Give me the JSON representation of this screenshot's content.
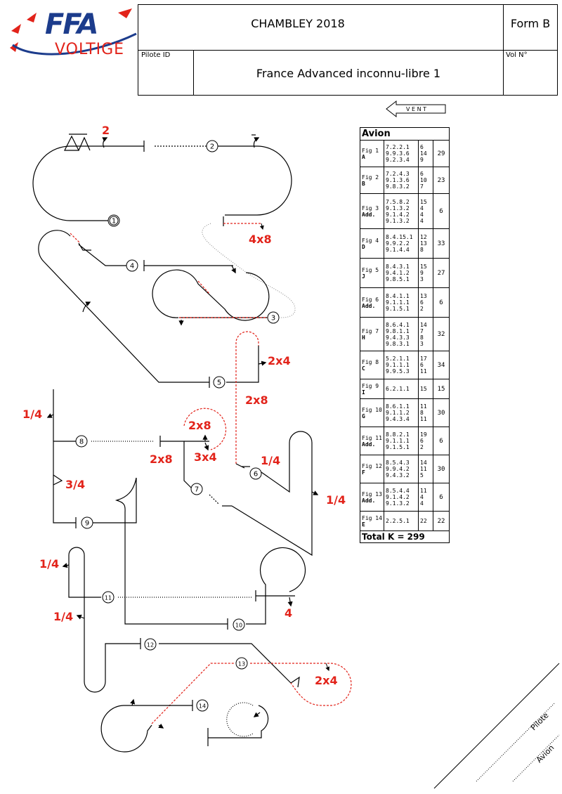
{
  "header": {
    "competition": "CHAMBLEY 2018",
    "form": "Form B",
    "pilot_id_label": "Pilote ID",
    "vol_label": "Vol N°",
    "program": "France Advanced inconnu-libre 1"
  },
  "logo": {
    "main": "FFA",
    "sub": "VOLTIGE"
  },
  "wind": "V E N T",
  "table": {
    "title": "Avion",
    "rows": [
      {
        "fig": "Fig 1",
        "letter": "A",
        "cat": [
          "7.2.2.1",
          "9.9.3.6",
          "9.2.3.4"
        ],
        "k": [
          "6",
          "14",
          "9"
        ],
        "total": "29"
      },
      {
        "fig": "Fig 2",
        "letter": "B",
        "cat": [
          "7.2.4.3",
          "9.1.3.6",
          "9.8.3.2"
        ],
        "k": [
          "6",
          "10",
          "7"
        ],
        "total": "23"
      },
      {
        "fig": "Fig 3",
        "letter": "Add.",
        "cat": [
          "7.5.8.2",
          "9.1.3.2",
          "9.1.4.2",
          "9.1.3.2"
        ],
        "k": [
          "15",
          "4",
          "4",
          "4"
        ],
        "total": "6"
      },
      {
        "fig": "Fig 4",
        "letter": "D",
        "cat": [
          "8.4.15.1",
          "9.9.2.2",
          "9.1.4.4"
        ],
        "k": [
          "12",
          "13",
          "8"
        ],
        "total": "33"
      },
      {
        "fig": "Fig 5",
        "letter": "J",
        "cat": [
          "8.4.3.1",
          "9.4.1.2",
          "9.8.5.1"
        ],
        "k": [
          "15",
          "9",
          "3"
        ],
        "total": "27"
      },
      {
        "fig": "Fig 6",
        "letter": "Add.",
        "cat": [
          "8.4.1.1",
          "9.1.1.1",
          "9.1.5.1"
        ],
        "k": [
          "13",
          "6",
          "2"
        ],
        "total": "6"
      },
      {
        "fig": "Fig 7",
        "letter": "H",
        "cat": [
          "8.6.4.1",
          "9.8.1.1",
          "9.4.3.3",
          "9.8.3.1"
        ],
        "k": [
          "14",
          "7",
          "8",
          "3"
        ],
        "total": "32"
      },
      {
        "fig": "Fig 8",
        "letter": "C",
        "cat": [
          "5.2.1.1",
          "9.1.1.1",
          "9.9.5.3"
        ],
        "k": [
          "17",
          "6",
          "11"
        ],
        "total": "34"
      },
      {
        "fig": "Fig 9",
        "letter": "I",
        "cat": [
          "6.2.1.1"
        ],
        "k": [
          "15"
        ],
        "total": "15"
      },
      {
        "fig": "Fig 10",
        "letter": "G",
        "cat": [
          "8.6.1.1",
          "9.1.1.2",
          "9.4.3.4"
        ],
        "k": [
          "11",
          "8",
          "11"
        ],
        "total": "30"
      },
      {
        "fig": "Fig 11",
        "letter": "Add.",
        "cat": [
          "8.8.2.1",
          "9.1.1.1",
          "9.1.5.1"
        ],
        "k": [
          "19",
          "6",
          "2"
        ],
        "total": "6"
      },
      {
        "fig": "Fig 12",
        "letter": "F",
        "cat": [
          "8.5.4.3",
          "9.9.4.2",
          "9.4.3.2"
        ],
        "k": [
          "14",
          "11",
          "5"
        ],
        "total": "30"
      },
      {
        "fig": "Fig 13",
        "letter": "Add.",
        "cat": [
          "8.5.4.4",
          "9.1.4.2",
          "9.1.3.2"
        ],
        "k": [
          "11",
          "4",
          "4"
        ],
        "total": "6"
      },
      {
        "fig": "Fig 14",
        "letter": "E",
        "cat": [
          "2.2.5.1"
        ],
        "k": [
          "22"
        ],
        "total": "22"
      }
    ],
    "total_label": "Total K = 299"
  },
  "figures": {
    "numbers": [
      "1",
      "2",
      "3",
      "4",
      "5",
      "6",
      "7",
      "8",
      "9",
      "10",
      "11",
      "12",
      "13",
      "14"
    ],
    "annotations": {
      "a1": "2",
      "a2": "4x8",
      "a3": "2x4",
      "a4": "2x8",
      "a5": "1/4",
      "a6": "2x8",
      "a7": "2x8",
      "a8": "3x4",
      "a9": "1/4",
      "a10": "1/4",
      "a11": "3/4",
      "a12": "1/4",
      "a13": "1/4",
      "a14": "4",
      "a15": "2x4"
    }
  },
  "corner": {
    "pilot": "Pilote",
    "plane": "Avion"
  }
}
